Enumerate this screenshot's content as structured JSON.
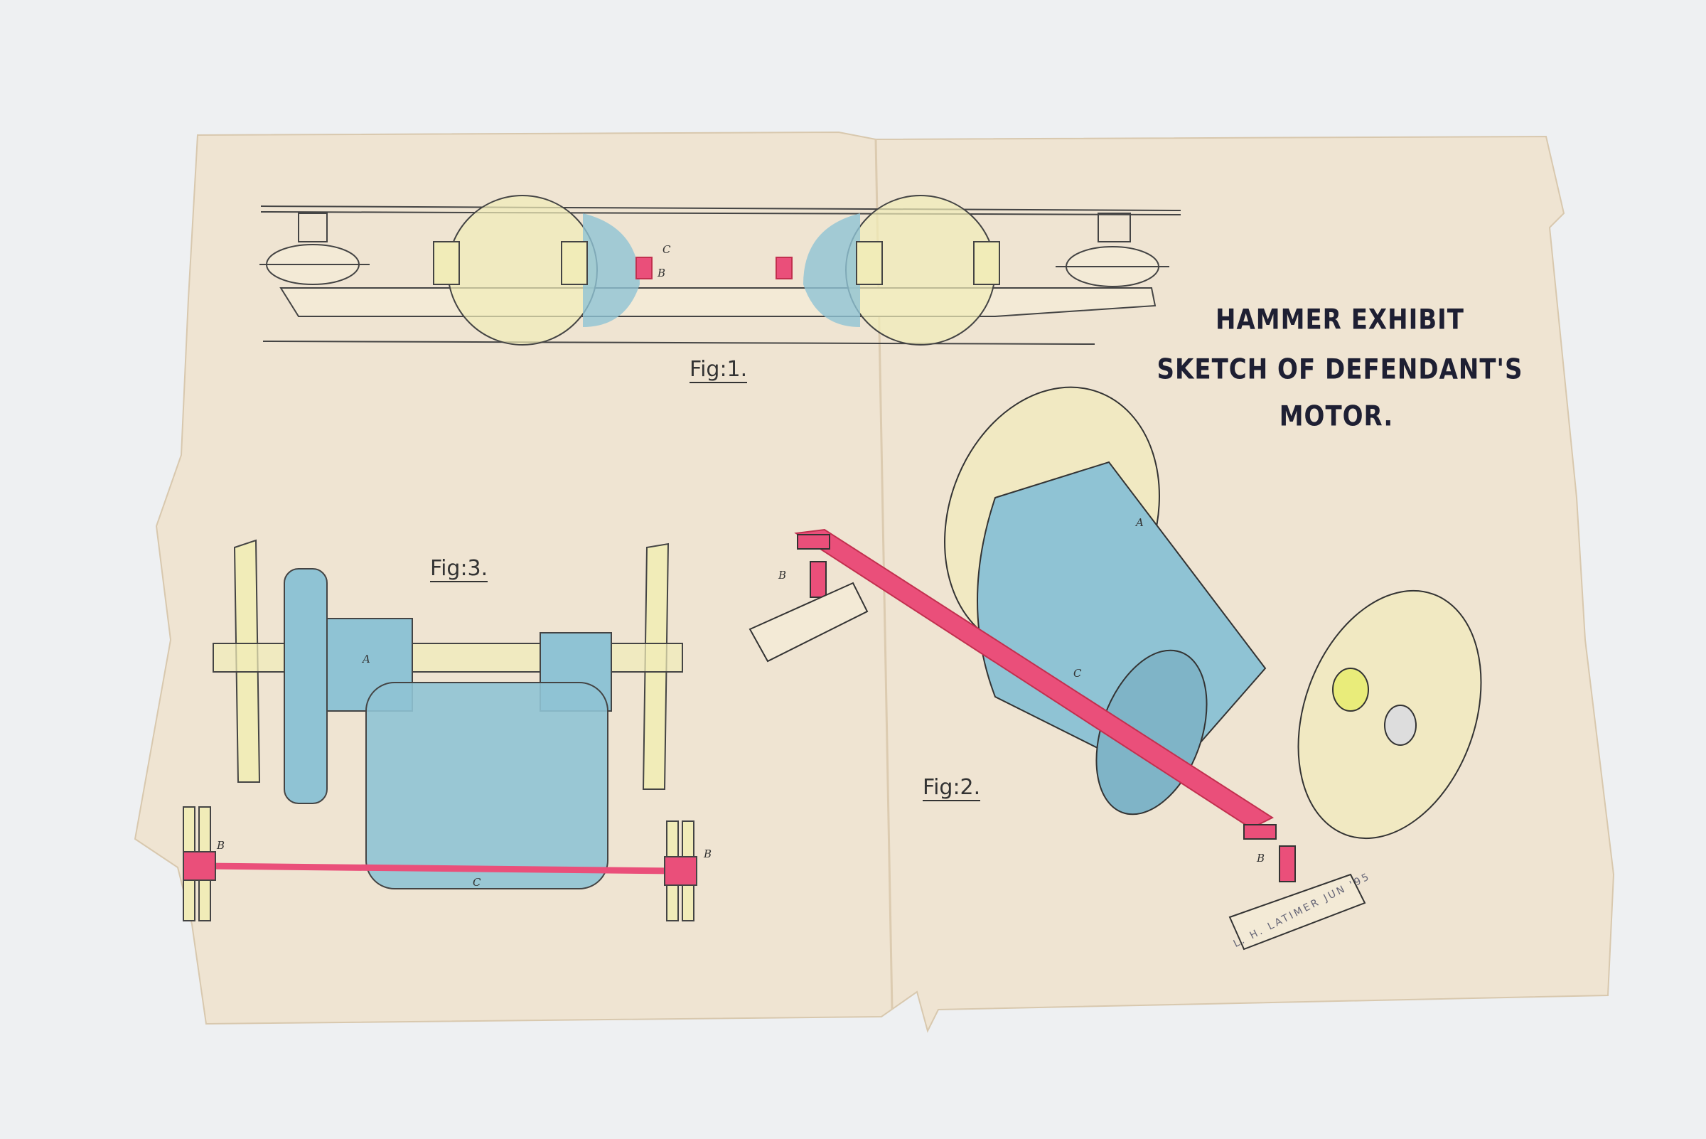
{
  "title": {
    "line1": "HAMMER EXHIBIT",
    "line2": "SKETCH OF DEFENDANT'S",
    "line3": "MOTOR."
  },
  "figures": {
    "fig1": "Fig:1.",
    "fig2": "Fig:2.",
    "fig3": "Fig:3."
  },
  "part_labels": {
    "a": "A",
    "b": "B",
    "c": "C"
  },
  "signature": "L. H. LATIMER JUN '95",
  "colors": {
    "paper": "#efe4d2",
    "motor_blue": "#8fc3d4",
    "spring_red": "#ea4f7a",
    "wheel_yellow": "#f1ecb8",
    "ink": "#1e1f33"
  }
}
